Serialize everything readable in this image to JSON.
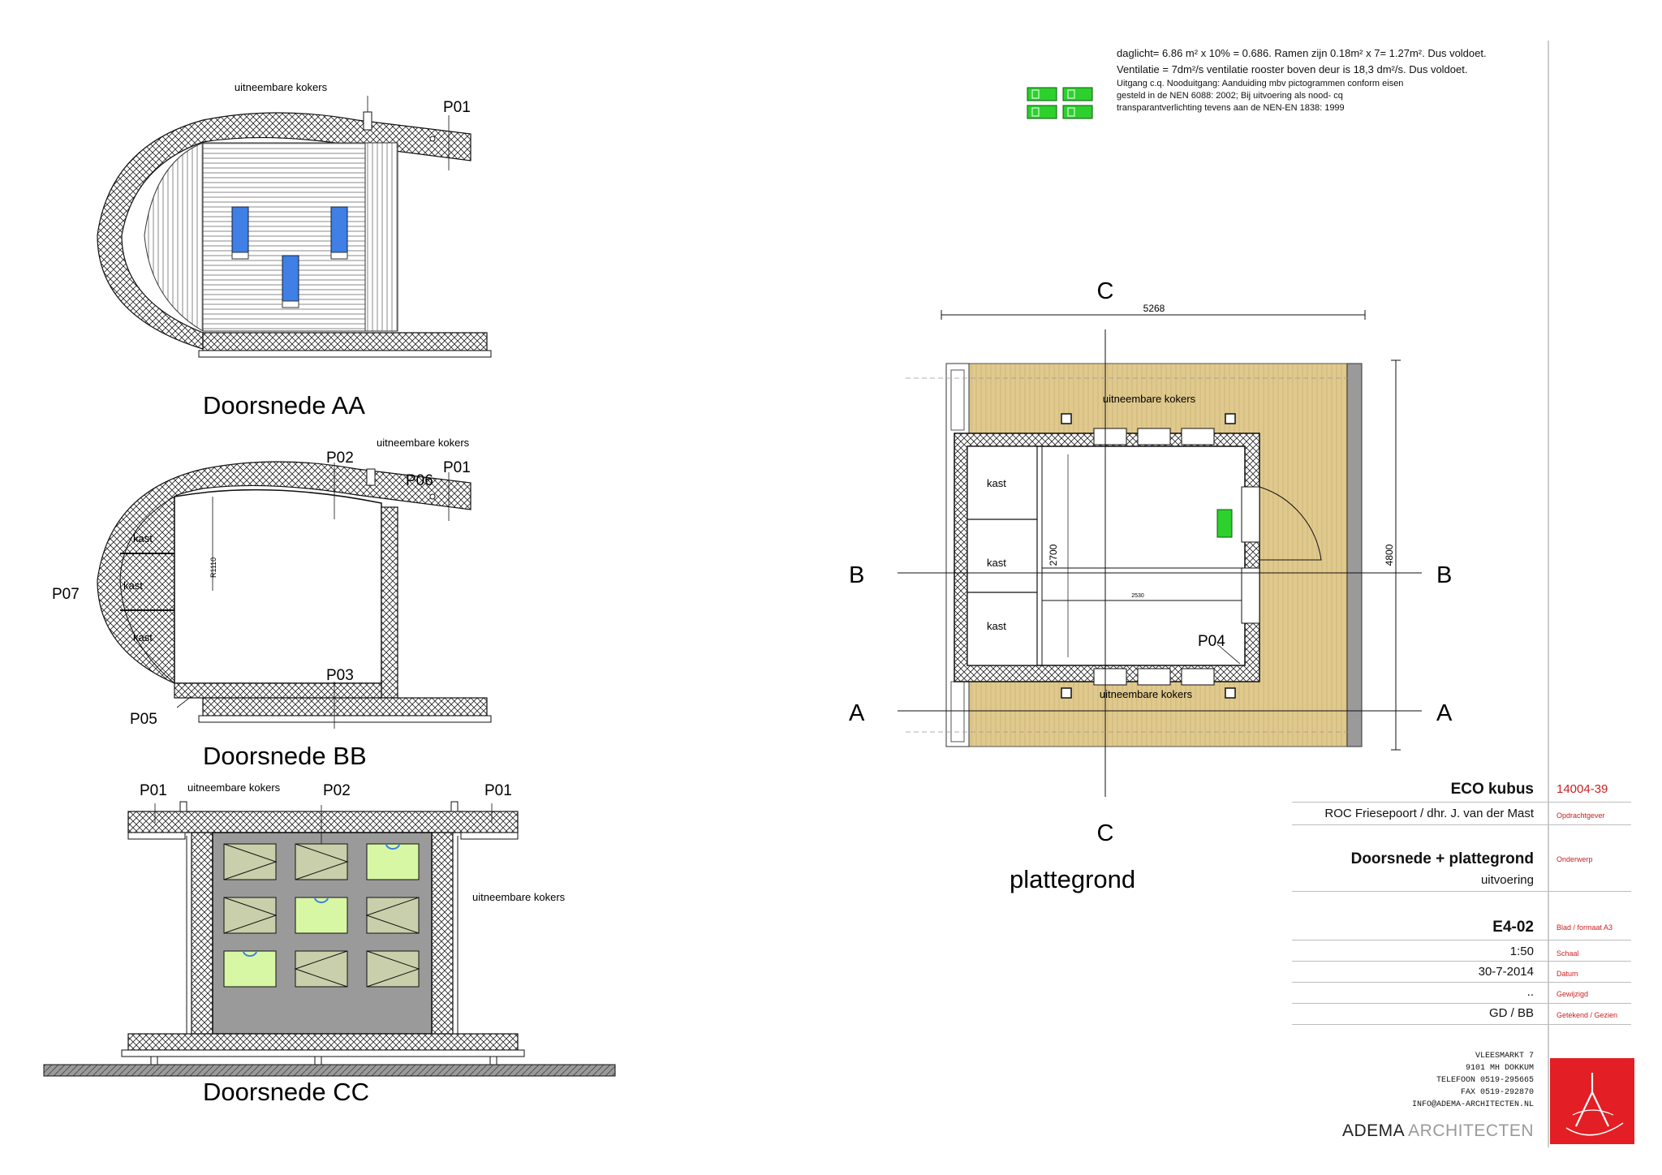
{
  "sections": {
    "aa": {
      "title": "Doorsnede AA",
      "label_kokers": "uitneembare kokers",
      "p01": "P01"
    },
    "bb": {
      "title": "Doorsnede BB",
      "label_kokers": "uitneembare kokers",
      "p01": "P01",
      "p02": "P02",
      "p03": "P03",
      "p05": "P05",
      "p06": "P06",
      "p07": "P07",
      "kast1": "kast",
      "kast2": "kast",
      "kast3": "kast",
      "radius": "R1110"
    },
    "cc": {
      "title": "Doorsnede CC",
      "label_kokers": "uitneembare kokers",
      "label_kokers_side": "uitneembare kokers",
      "p01_left": "P01",
      "p01_right": "P01",
      "p02": "P02"
    }
  },
  "plan": {
    "title": "plattegrond",
    "dim_width": "5268",
    "dim_height": "4800",
    "dim_inner": "2700",
    "dim_small": "2530",
    "label_kokers_top": "uitneembare kokers",
    "label_kokers_bottom": "uitneembare kokers",
    "kast1": "kast",
    "kast2": "kast",
    "kast3": "kast",
    "p04": "P04",
    "mark_a_left": "A",
    "mark_a_right": "A",
    "mark_b_left": "B",
    "mark_b_right": "B",
    "mark_c_top": "C",
    "mark_c_bottom": "C"
  },
  "notes": {
    "line1": "daglicht= 6.86 m² x 10% = 0.686. Ramen zijn 0.18m² x 7= 1.27m². Dus voldoet.",
    "line2": "Ventilatie = 7dm²/s ventilatie rooster boven deur is 18,3 dm²/s.  Dus voldoet.",
    "line3": "Uitgang c.q. Nooduitgang: Aanduiding mbv pictogrammen conform eisen",
    "line4": "gesteld in de NEN 6088: 2002; Bij uitvoering als nood- cq",
    "line5": "transparantverlichting tevens aan de NEN-EN 1838: 1999"
  },
  "title_block": {
    "project": "ECO kubus",
    "project_no": "14004-39",
    "client": "ROC Friesepoort / dhr. J. van der Mast",
    "client_label": "Opdrachtgever",
    "subject": "Doorsnede + plattegrond",
    "subject_label": "Onderwerp",
    "phase": "uitvoering",
    "sheet": "E4-02",
    "sheet_label": "Blad /  formaat  A3",
    "scale": "1:50",
    "scale_label": "Schaal",
    "date": "30-7-2014",
    "date_label": "Datum",
    "revised": "..",
    "revised_label": "Gewijzigd",
    "drawn": "GD / BB",
    "drawn_label": "Getekend / Gezien",
    "address1": "VLEESMARKT 7",
    "address2": "9101 MH  DOKKUM",
    "address3": "TELEFOON  0519-295665",
    "address4": "FAX 0519-292870",
    "address5": "INFO@ADEMA-ARCHITECTEN.NL",
    "firm_a": "ADEMA",
    "firm_b": "ARCHITECTEN"
  },
  "colors": {
    "deck": "#e0c98d",
    "glass": "#3f7fe6",
    "green": "#2dd02d",
    "logo": "#e31e24",
    "panel": "#c9cfaa",
    "panel_light": "#d8f7a4"
  }
}
